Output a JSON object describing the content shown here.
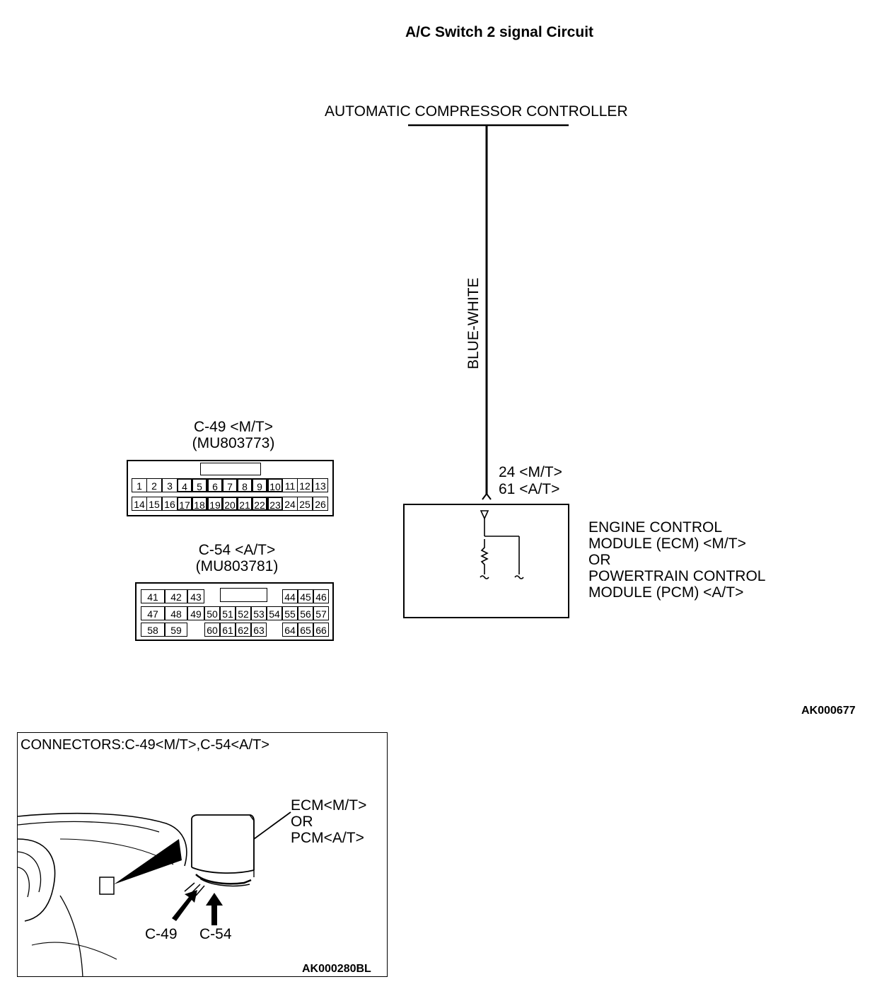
{
  "title": "A/C Switch 2 signal Circuit",
  "controller_label": "AUTOMATIC COMPRESSOR CONTROLLER",
  "wire_color": "BLUE-WHITE",
  "pin_labels": [
    "24 <M/T>",
    "61 <A/T>"
  ],
  "module_label": [
    "ENGINE CONTROL",
    "MODULE (ECM) <M/T>",
    "OR",
    "POWERTRAIN CONTROL",
    "MODULE (PCM) <A/T>"
  ],
  "connector_c49": {
    "name": "C-49 <M/T>",
    "part": "(MU803773)",
    "row1": [
      "1",
      "2",
      "3",
      "4",
      "5",
      "6",
      "7",
      "8",
      "9",
      "10",
      "11",
      "12",
      "13"
    ],
    "row2": [
      "14",
      "15",
      "16",
      "17",
      "18",
      "19",
      "20",
      "21",
      "22",
      "23",
      "24",
      "25",
      "26"
    ]
  },
  "connector_c54": {
    "name": "C-54 <A/T>",
    "part": "(MU803781)",
    "row1": [
      "41",
      "42",
      "43",
      "44",
      "45",
      "46"
    ],
    "row2": [
      "47",
      "48",
      "49",
      "50",
      "51",
      "52",
      "53",
      "54",
      "55",
      "56",
      "57"
    ],
    "row3": [
      "58",
      "59",
      "60",
      "61",
      "62",
      "63",
      "64",
      "65",
      "66"
    ]
  },
  "figure_code": "AK000677",
  "inset": {
    "title": "CONNECTORS:C-49<M/T>,C-54<A/T>",
    "module_label": [
      "ECM<M/T>",
      "OR",
      "PCM<A/T>"
    ],
    "arrow_labels": [
      "C-49",
      "C-54"
    ],
    "code": "AK000280BL"
  }
}
